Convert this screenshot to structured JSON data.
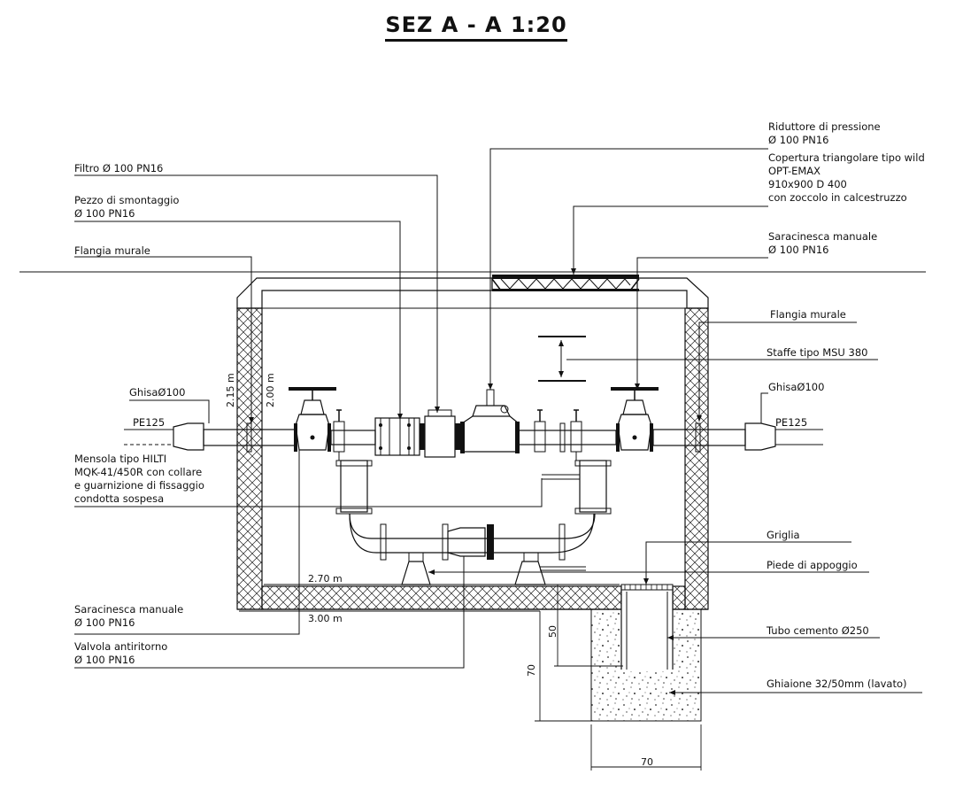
{
  "title": "SEZ  A - A  1:20",
  "labels": {
    "filtro": "Filtro Ø 100 PN16",
    "pezzo_1": "Pezzo di smontaggio",
    "pezzo_2": "Ø 100 PN16",
    "flangia_left": "Flangia murale",
    "riduttore_1": "Riduttore di pressione",
    "riduttore_2": "Ø 100 PN16",
    "copertura_1": "Copertura triangolare  tipo wild",
    "copertura_2": "OPT-EMAX",
    "copertura_3": "910x900 D 400",
    "copertura_4": "con zoccolo in calcestruzzo",
    "saracinesca_right_1": "Saracinesca manuale",
    "saracinesca_right_2": "Ø 100 PN16",
    "flangia_right": "Flangia murale",
    "staffe": "Staffe tipo MSU 380",
    "ghisa_left": "GhisaØ100",
    "ghisa_right": "GhisaØ100",
    "pe_left": "PE125",
    "pe_right": "PE125",
    "mensola_1": "Mensola tipo HILTI",
    "mensola_2": "MQK-41/450R con collare",
    "mensola_3": "e guarnizione di fissaggio",
    "mensola_4": "condotta sospesa",
    "griglia": "Griglia",
    "piede": "Piede di appoggio",
    "saracinesca_left_1": "Saracinesca manuale",
    "saracinesca_left_2": "Ø 100 PN16",
    "valvola_1": "Valvola antiritorno",
    "valvola_2": "Ø 100 PN16",
    "tubo": "Tubo cemento Ø250",
    "ghiaione": "Ghiaione 32/50mm (lavato)"
  },
  "dimensions": {
    "h_215": "2.15 m",
    "h_200": "2.00 m",
    "w_270": "2.70 m",
    "w_300": "3.00 m",
    "d_50": "50",
    "d_70_v": "70",
    "d_70_h": "70"
  }
}
